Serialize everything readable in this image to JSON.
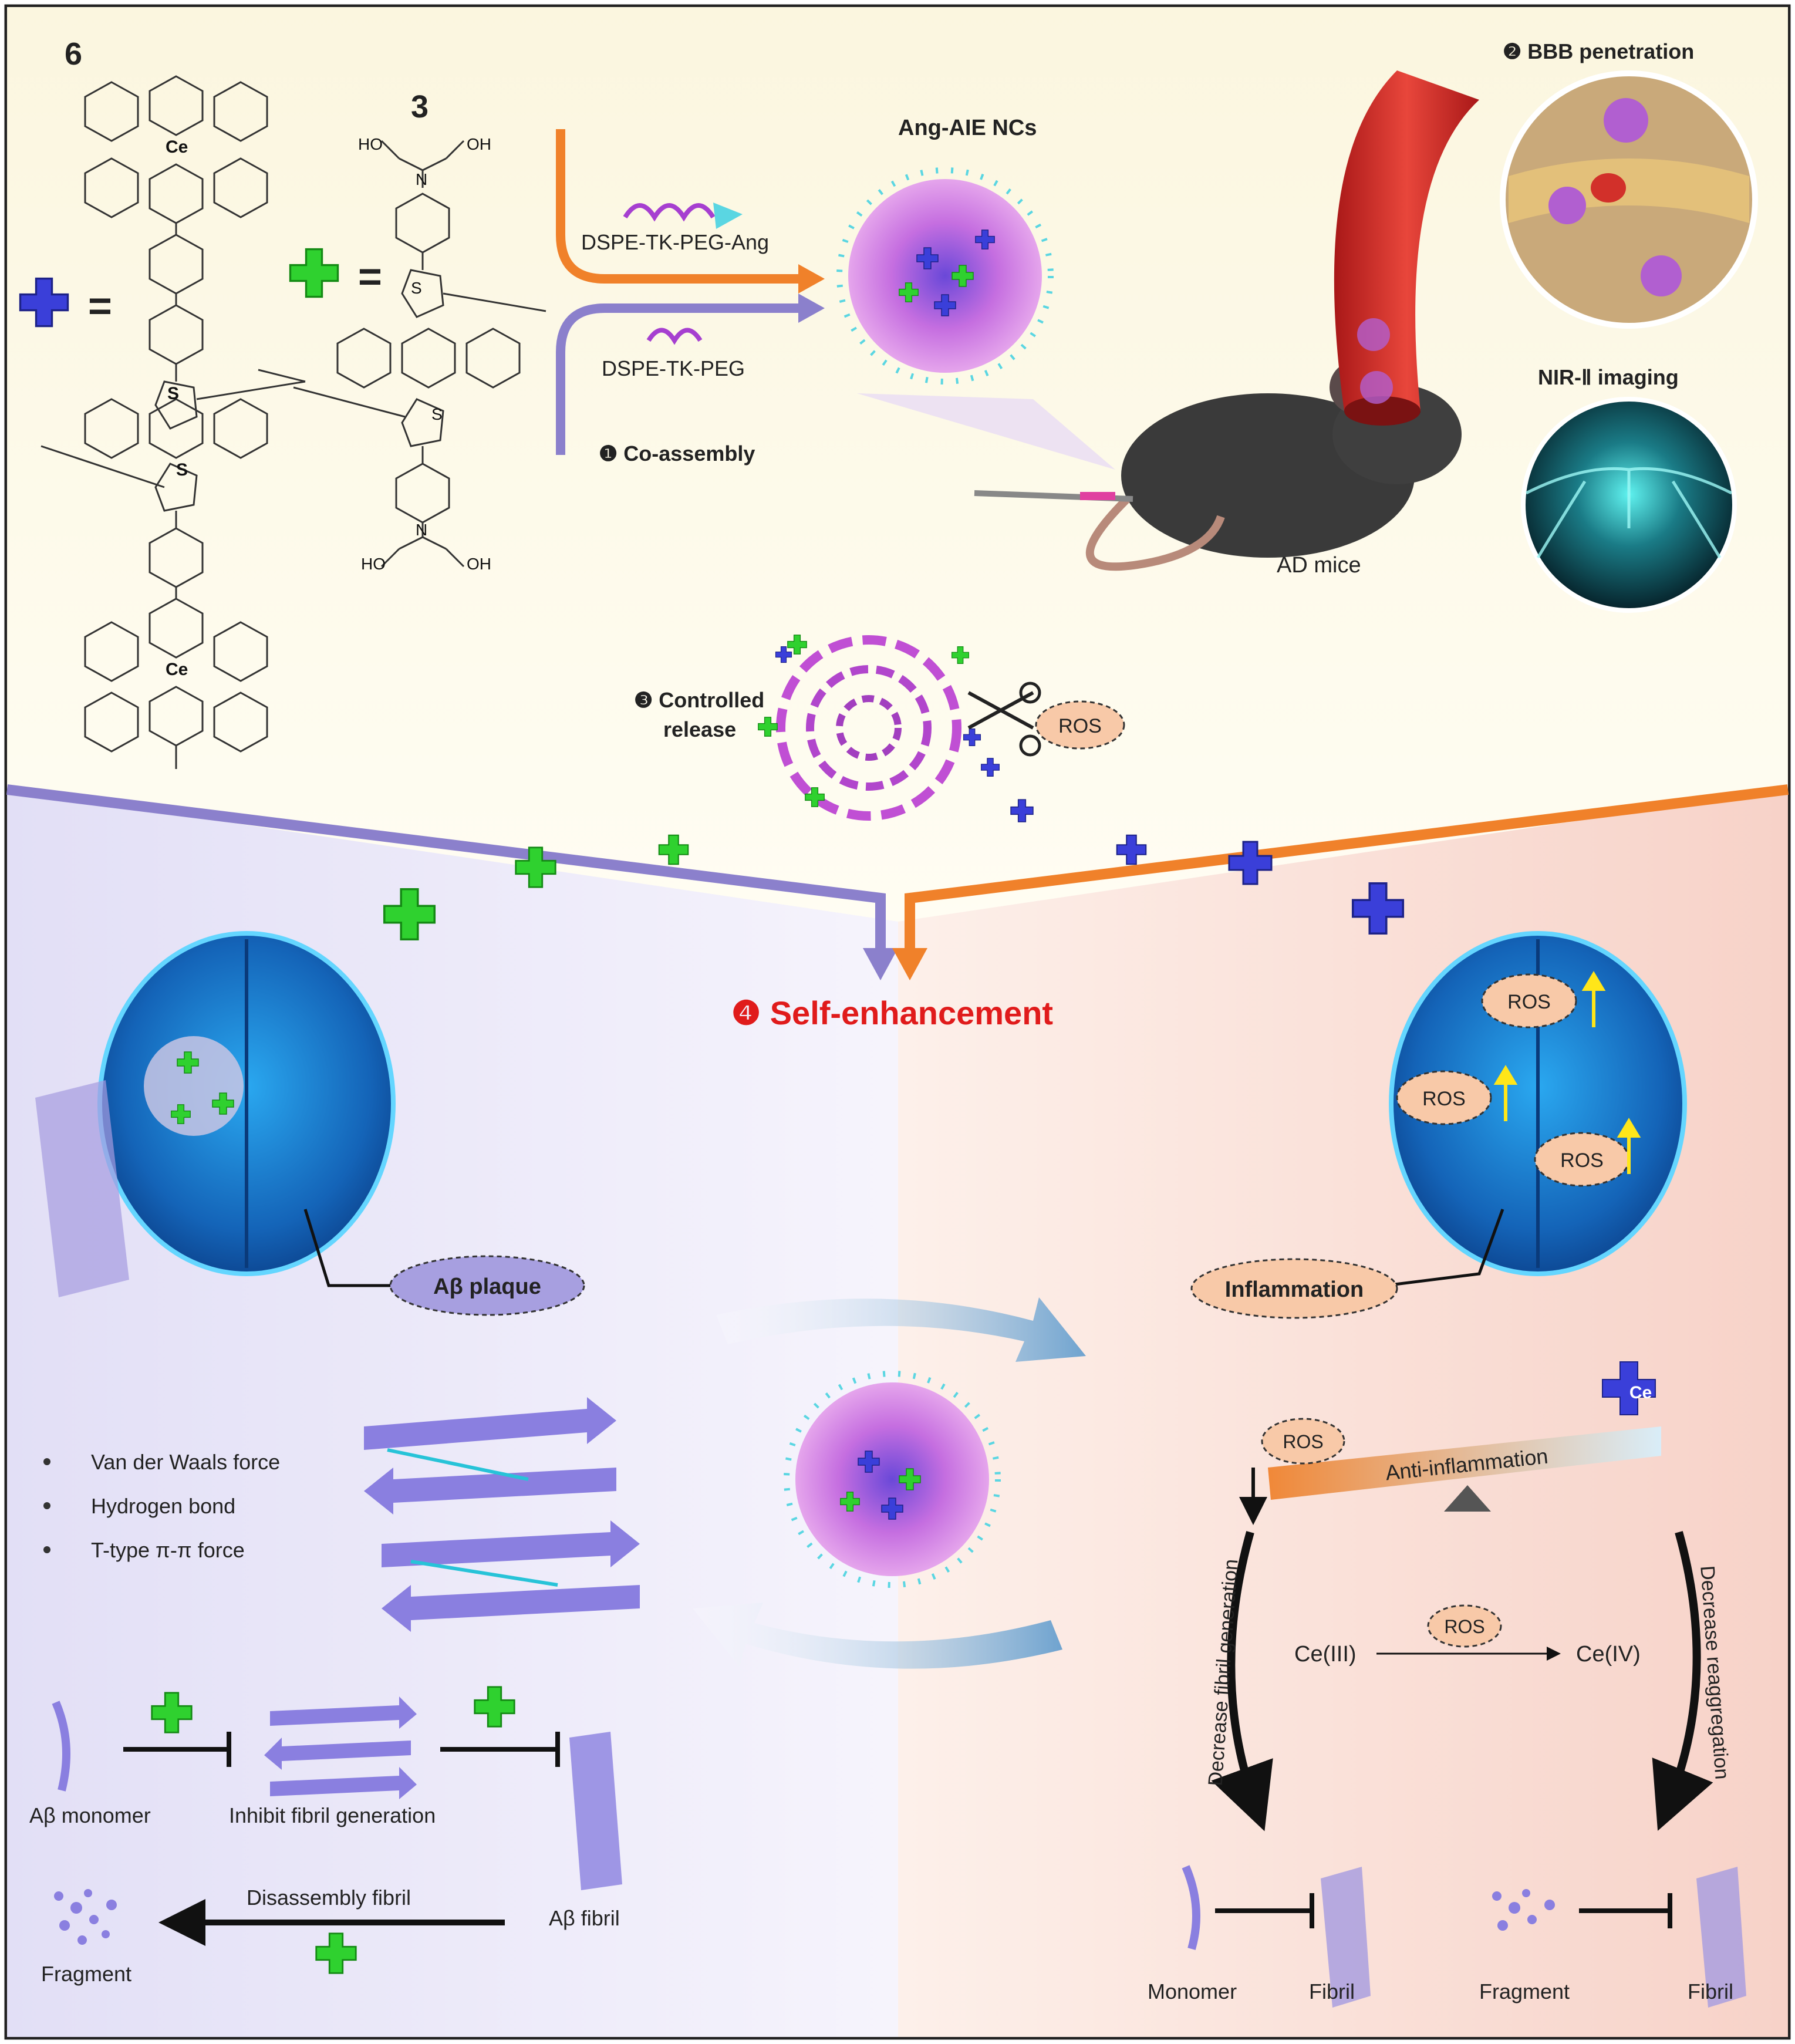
{
  "compounds": {
    "compound6_number": "6",
    "compound3_number": "3",
    "equals": "=",
    "ce_atom": "Ce",
    "n_atom": "N",
    "s_atom": "S",
    "oh_group": "OH",
    "ho_group": "HO"
  },
  "assembly": {
    "peg_ang_label": "DSPE-TK-PEG-Ang",
    "peg_label": "DSPE-TK-PEG",
    "step1": "❶ Co-assembly",
    "nc_title": "Ang-AIE NCs"
  },
  "bbb": {
    "step2": "❷ BBB penetration",
    "nir_title": "NIR-Ⅱ imaging",
    "mice_label": "AD mice"
  },
  "release": {
    "step3_line1": "❸ Controlled",
    "step3_line2": "release",
    "ros": "ROS"
  },
  "center": {
    "step4": "❹ Self-enhancement"
  },
  "left_panel": {
    "plaque_label": "Aβ plaque",
    "forces": [
      "Van der Waals force",
      "Hydrogen bond",
      "T-type π-π force"
    ],
    "monomer_label": "Aβ monomer",
    "inhibit_label": "Inhibit fibril generation",
    "fibril_label": "Aβ fibril",
    "disassembly_label": "Disassembly fibril",
    "fragment_label": "Fragment"
  },
  "right_panel": {
    "ros_bubbles": [
      "ROS",
      "ROS",
      "ROS"
    ],
    "inflammation_label": "Inflammation",
    "ce_badge": "Ce",
    "ros_scale": "ROS",
    "anti_inflammation": "Anti-inflammation",
    "decrease_fibril": "Decrease fibril generation",
    "decrease_reagg": "Decrease reaggregation",
    "ce3": "Ce(III)",
    "ce4": "Ce(IV)",
    "ros_arrow": "ROS",
    "monomer": "Monomer",
    "fibril1": "Fibril",
    "fragment": "Fragment",
    "fibril2": "Fibril"
  },
  "colors": {
    "top_bg": "#fbf7e0",
    "left_bg": "#e6e3f8",
    "right_bg": "#f9dcd4",
    "orange": "#f0812a",
    "purple": "#8b80cc",
    "green": "#2fd12f",
    "blue": "#3a3fd9",
    "step4_red": "#e01b1b",
    "ros_fill": "#f8c9a8"
  }
}
